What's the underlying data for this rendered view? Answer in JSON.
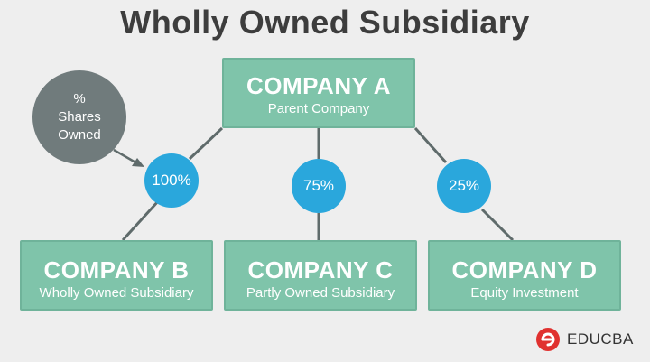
{
  "title": "Wholly Owned Subsidiary",
  "legend": {
    "lines": [
      "%",
      "Shares",
      "Owned"
    ]
  },
  "parent": {
    "name": "COMPANY A",
    "subtitle": "Parent Company"
  },
  "subsidiaries": [
    {
      "name": "COMPANY B",
      "subtitle": "Wholly Owned Subsidiary",
      "share": "100%"
    },
    {
      "name": "COMPANY C",
      "subtitle": "Partly Owned Subsidiary",
      "share": "75%"
    },
    {
      "name": "COMPANY D",
      "subtitle": "Equity Investment",
      "share": "25%"
    }
  ],
  "logo": {
    "text": "EDUCBA"
  },
  "colors": {
    "box": "#7fc4aa",
    "circle": "#2aa7dc",
    "legend_circle": "#707b7c",
    "connector": "#5f6b6b",
    "logo_accent": "#e0312f"
  }
}
